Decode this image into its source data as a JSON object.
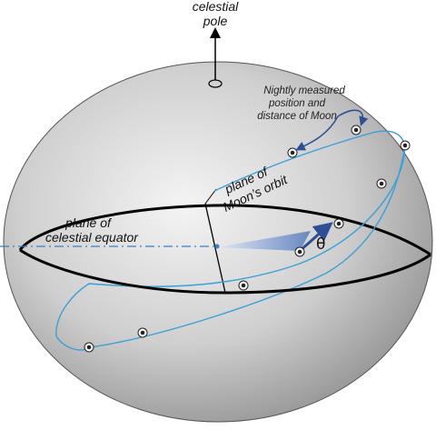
{
  "labels": {
    "pole_line1": "celestial",
    "pole_line2": "pole",
    "measure_line1": "Nightly measured",
    "measure_line2": "position  and",
    "measure_line3": "distance of Moon",
    "orbit_line1": "plane of",
    "orbit_line2": "Moon’s orbit",
    "equator_line1": "plane of",
    "equator_line2": "celestial equator",
    "angle_symbol": "θ"
  },
  "colors": {
    "sphere_light": "#f2f2f2",
    "sphere_dark": "#8e8e8e",
    "orbit_line": "#3a9fd8",
    "angle_wedge": "#5b7fbf",
    "equator_ring": "#000000",
    "callout_arrow": "#2e4f93"
  }
}
